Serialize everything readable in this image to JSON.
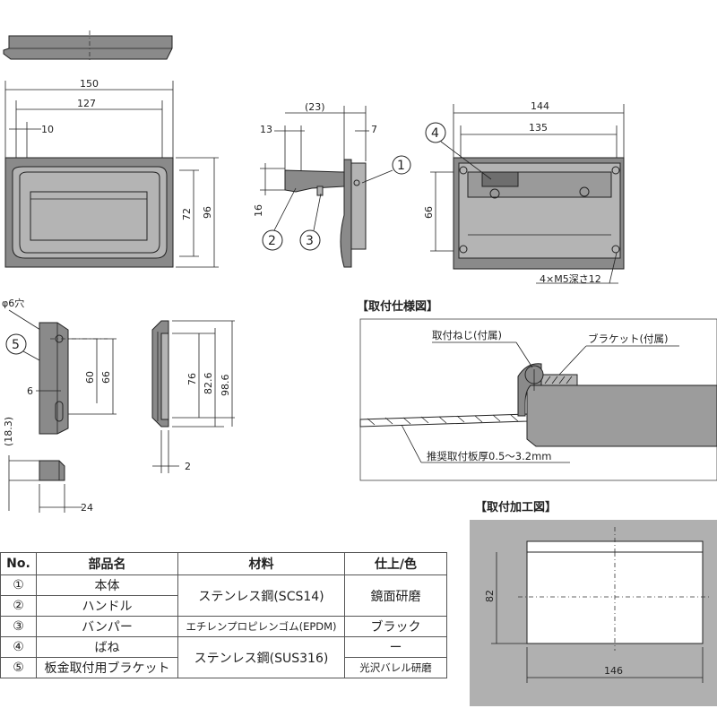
{
  "dims": {
    "top_width": "150",
    "top_inner": "127",
    "top_offset": "10",
    "front_height": "96",
    "front_inner_height": "72",
    "side_paren": "(23)",
    "side_depth": "13",
    "side_thick": "7",
    "side_height": "16",
    "rear_width": "144",
    "rear_inner": "135",
    "rear_height": "66",
    "rear_screws": "4×M5深さ12",
    "bracket_hole": "φ6穴",
    "bracket_60": "60",
    "bracket_66": "66",
    "bracket_6": "6",
    "bracket_paren": "(18.3)",
    "bracket_24": "24",
    "profile_76": "76",
    "profile_82": "82.6",
    "profile_98": "98.6",
    "profile_2": "2",
    "cut_height": "82",
    "cut_width": "146"
  },
  "callouts": [
    "1",
    "2",
    "3",
    "4",
    "5"
  ],
  "mounting": {
    "title": "【取付仕様図】",
    "screw_label": "取付ねじ(付属)",
    "bracket_label": "ブラケット(付属)",
    "plate_label": "推奨取付板厚0.5～3.2mm"
  },
  "cutout": {
    "title": "【取付加工図】"
  },
  "parts_table": {
    "headers": [
      "No.",
      "部品名",
      "材料",
      "仕上/色"
    ],
    "rows": [
      {
        "no": "①",
        "name": "本体",
        "material": "ステンレス鋼(SCS14)",
        "finish": "鏡面研磨"
      },
      {
        "no": "②",
        "name": "ハンドル",
        "material": "ステンレス鋼(SCS14)",
        "finish": "鏡面研磨"
      },
      {
        "no": "③",
        "name": "バンパー",
        "material": "エチレンプロピレンゴム(EPDM)",
        "finish": "ブラック"
      },
      {
        "no": "④",
        "name": "ばね",
        "material": "ステンレス鋼(SUS316)",
        "finish": "ー"
      },
      {
        "no": "⑤",
        "name": "板金取付用ブラケット",
        "material": "ステンレス鋼(SUS316)",
        "finish": "光沢バレル研磨"
      }
    ]
  }
}
